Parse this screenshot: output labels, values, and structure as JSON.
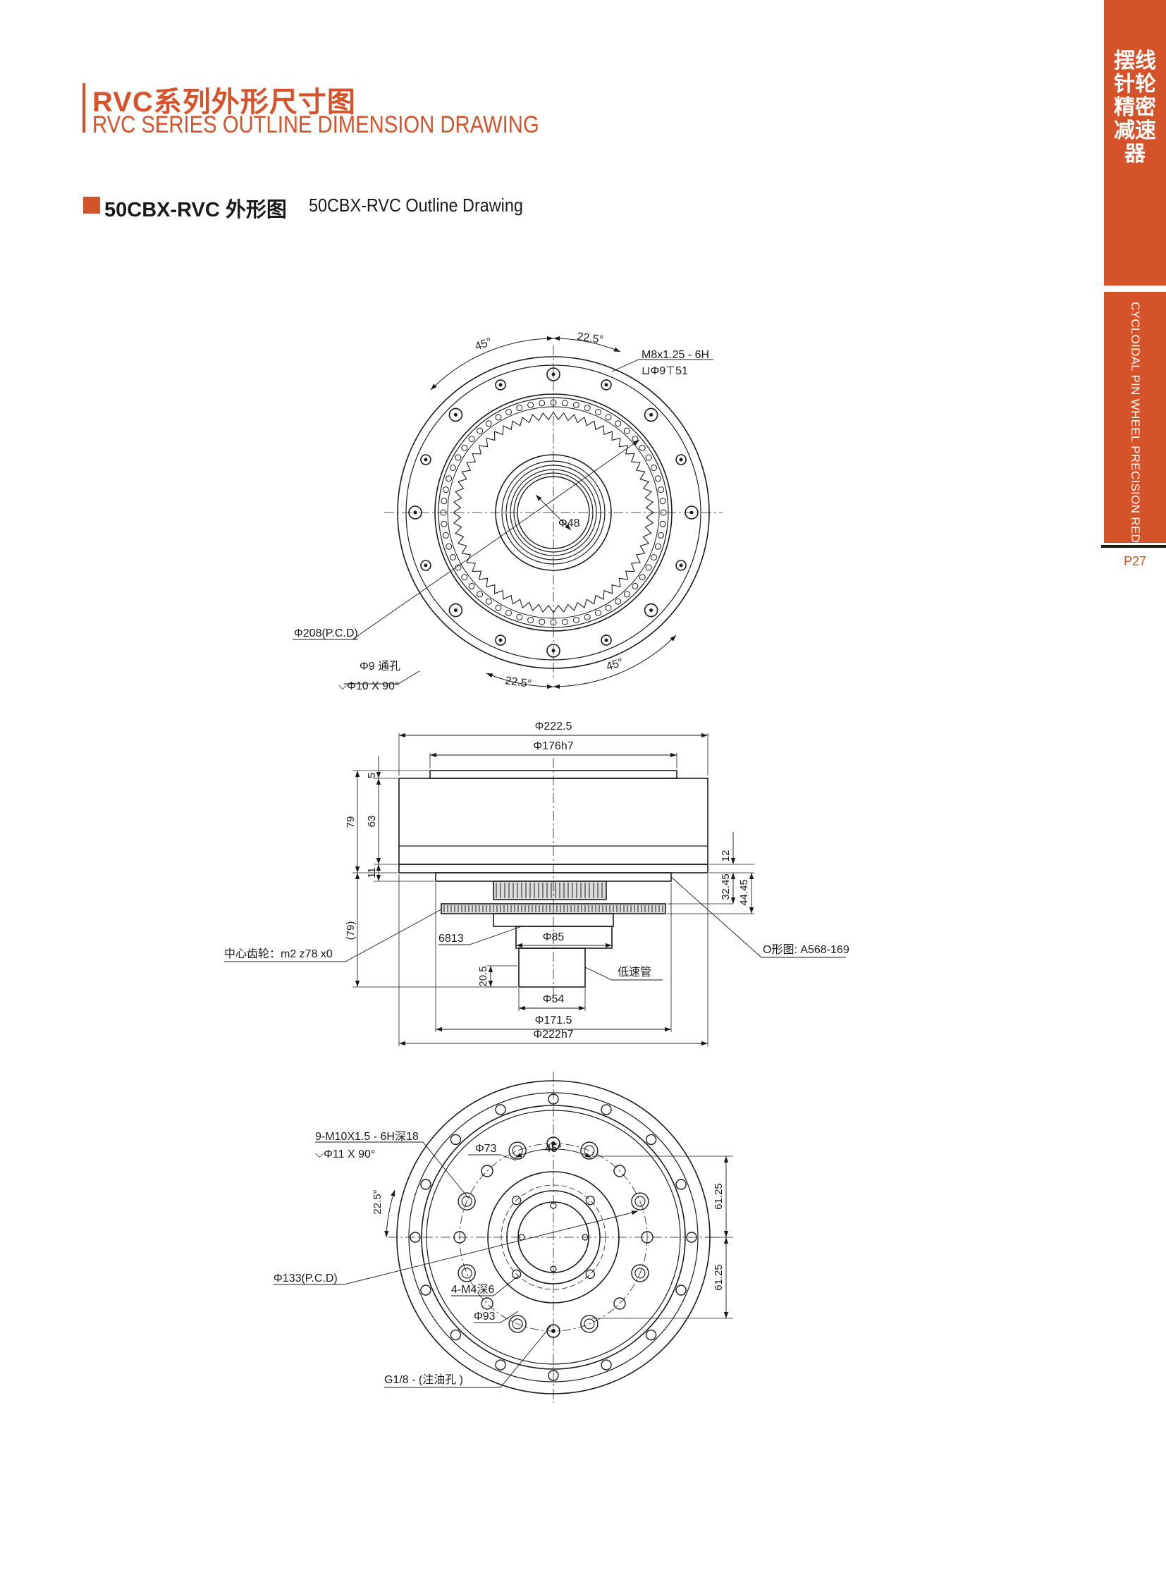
{
  "header": {
    "title_cn": "RVC系列外形尺寸图",
    "title_en": "RVC SERIES OUTLINE DIMENSION DRAWING",
    "subtitle_cn": "50CBX-RVC 外形图",
    "subtitle_en": "50CBX-RVC Outline Drawing"
  },
  "sidebar": {
    "title_cn": "摆线针轮精密减速器",
    "title_en": "CYCLOIDAL PIN WHEEL PRECISION REDUCER",
    "page": "P27"
  },
  "top_view": {
    "angle_45_a": "45°",
    "angle_22_a": "22.5°",
    "thread": "M8x1.25 - 6H",
    "counterbore": "⊔Φ9⊤51",
    "bore_dia": "Φ48",
    "pcd": "Φ208(P.C.D)",
    "through_hole": "Φ9 通孔",
    "countersink": "⌵Φ10 X 90°",
    "angle_22_b": "22.5°",
    "angle_45_b": "45°"
  },
  "side_view": {
    "dia_outer": "Φ222.5",
    "dia_176": "Φ176h7",
    "dim_5": "5",
    "dim_79": "79",
    "dim_63": "63",
    "dim_11": "11",
    "dim_79b": "(79)",
    "dim_12": "12",
    "dim_3245": "32.45",
    "dim_4445": "44.45",
    "center_gear": "中心齿轮：m2 z78 x0",
    "bearing": "6813",
    "dia_85": "Φ85",
    "oring": "O形图: A568-169",
    "low_speed_tube": "低速管",
    "dim_205": "20.5",
    "dia_54": "Φ54",
    "dia_1715": "Φ171.5",
    "dia_222": "Φ222h7"
  },
  "bottom_view": {
    "thread": "9-M10X1.5 - 6H深18",
    "countersink": "⌵Φ11 X 90°",
    "angle_45": "45°",
    "dia_73": "Φ73",
    "angle_225": "22.5°",
    "dim_6125_a": "61.25",
    "pcd": "Φ133(P.C.D)",
    "tapped": "4-M4深6",
    "dim_6125_b": "61.25",
    "dia_93": "Φ93",
    "oil_hole": "G1/8 - (注油孔 )"
  },
  "colors": {
    "accent": "#d4532b",
    "ink": "#1a1a1a"
  }
}
